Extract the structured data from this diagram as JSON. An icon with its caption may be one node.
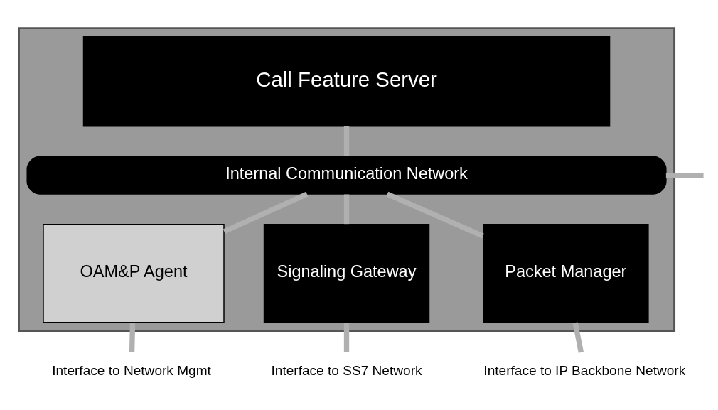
{
  "diagram": {
    "nodes": [
      {
        "text": [],
        "shape": "box"
      },
      {
        "text": [
          "Call Feature Server"
        ],
        "in": 0
      },
      {
        "text": [
          "Internal Communication Network"
        ],
        "in": 0
      },
      {
        "text": [
          "OAM&P Agent"
        ],
        "in": 0
      },
      {
        "text": [
          "Signaling Gateway"
        ],
        "in": 0
      },
      {
        "text": [
          "Packet Manager"
        ],
        "in": 0
      },
      {
        "text": [
          "Interface to Network Mgmt"
        ]
      },
      {
        "text": [
          "Interface to SS7 Network"
        ]
      },
      {
        "text": [
          "Interface to IP Backbone Network"
        ]
      }
    ],
    "edges": [
      {
        "from": 1,
        "to": 2,
        "arrow": "none"
      },
      {
        "from": 2,
        "to": 3,
        "arrow": "none"
      },
      {
        "from": 2,
        "to": 4,
        "arrow": "none"
      },
      {
        "from": 2,
        "to": 5,
        "arrow": "none"
      },
      {
        "from": 3,
        "to": 6,
        "arrow": "none"
      },
      {
        "from": 4,
        "to": 7,
        "arrow": "none"
      },
      {
        "from": 5,
        "to": 8,
        "arrow": "none"
      },
      {
        "from": 2,
        "to": null,
        "arrow": "none"
      }
    ]
  }
}
